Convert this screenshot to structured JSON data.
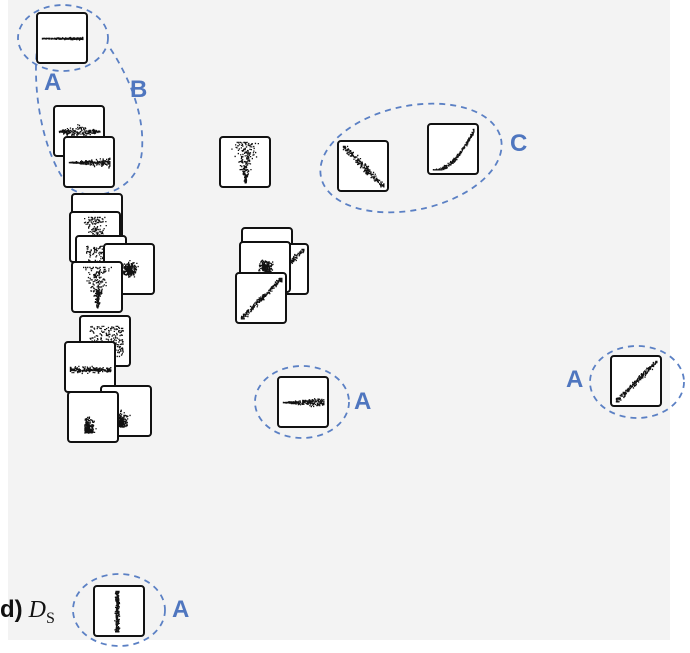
{
  "caption": {
    "panel_tag": "d)",
    "symbol": "D",
    "subscript": "S"
  },
  "group_labels": {
    "a": "A",
    "b": "B",
    "c": "C"
  },
  "colors": {
    "outline": "#5b80c4",
    "label": "#4f76bf",
    "panel_background": "#f3f3f3",
    "points": "#111111"
  },
  "thumbnail_shapes": [
    "horizontal-line",
    "diamond-blob",
    "wedge",
    "triangle",
    "blob",
    "cloud",
    "flat-band",
    "corner-blob",
    "diagonal-up",
    "diagonal-down",
    "curve-up",
    "vertical-band"
  ]
}
